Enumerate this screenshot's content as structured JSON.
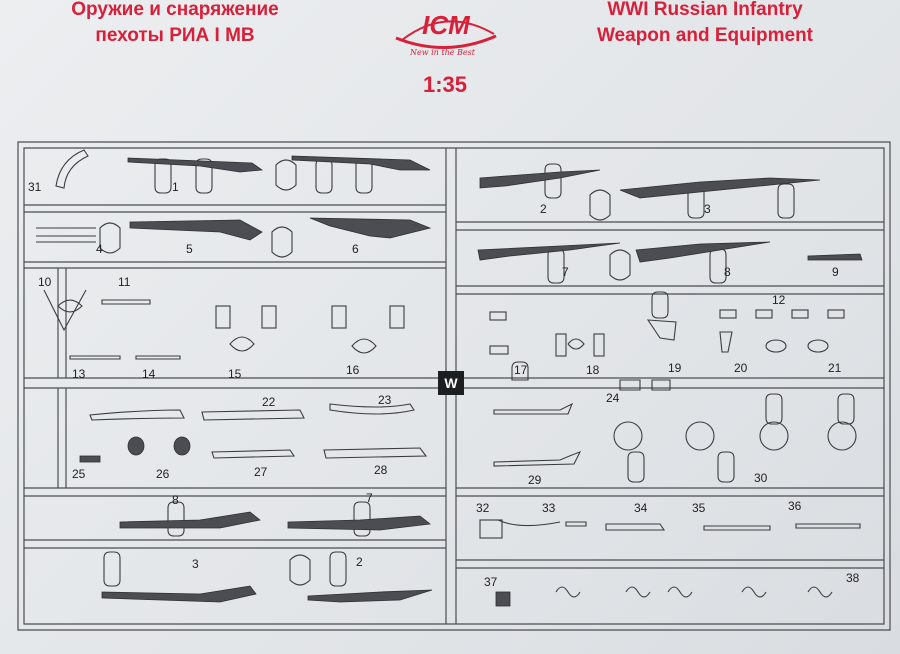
{
  "header": {
    "title_ru_line1": "Оружие и снаряжение",
    "title_ru_line2": "пехоты РИА I МВ",
    "title_en_line1": "WWI Russian Infantry",
    "title_en_line2": "Weapon and Equipment",
    "scale": "1:35",
    "logo_text": "ICM",
    "logo_tagline": "New in the Best"
  },
  "sprue_label": "W",
  "part_numbers": [
    "31",
    "1",
    "2",
    "3",
    "4",
    "5",
    "6",
    "7",
    "8",
    "9",
    "10",
    "11",
    "12",
    "13",
    "14",
    "15",
    "16",
    "17",
    "18",
    "19",
    "20",
    "21",
    "22",
    "23",
    "24",
    "25",
    "26",
    "27",
    "28",
    "29",
    "30",
    "32",
    "33",
    "34",
    "35",
    "36",
    "37",
    "38",
    "8",
    "7",
    "3",
    "2"
  ],
  "colors": {
    "header_red": "#d8203a",
    "line": "#3a3c40"
  }
}
